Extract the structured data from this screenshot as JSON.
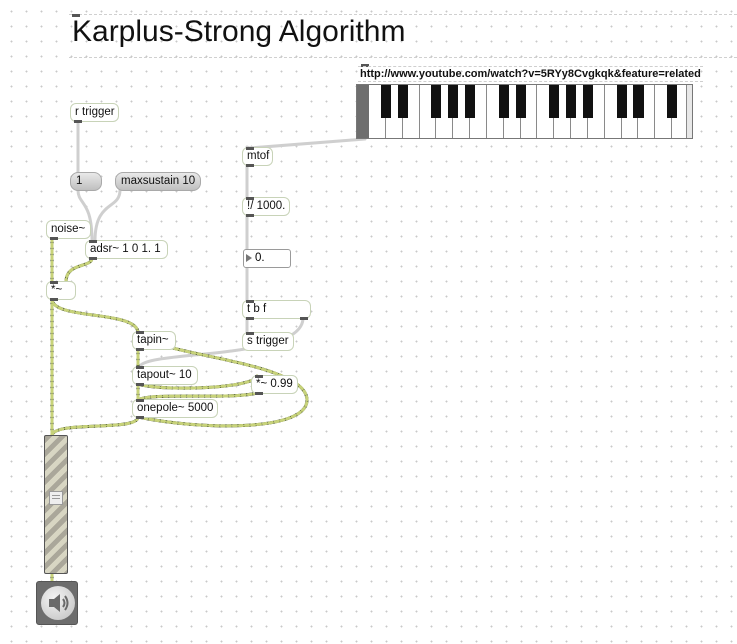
{
  "title": "Karplus-Strong Algorithm",
  "url": "http://www.youtube.com/watch?v=5RYy8Cvgkqk&feature=related",
  "objects": {
    "r_trigger": "r trigger",
    "msg_one": "1",
    "msg_maxsustain": "maxsustain 10",
    "noise": "noise~",
    "adsr": "adsr~ 1 0 1. 1",
    "mult": "*~",
    "mtof": "mtof",
    "rdiv": "!/ 1000.",
    "number_value": "0.",
    "tbf": "t b f",
    "s_trigger": "s trigger",
    "tapin": "tapin~",
    "tapout": "tapout~ 10",
    "mult_feedback": "*~ 0.99",
    "onepole": "onepole~ 5000"
  },
  "icons": {
    "speaker": "speaker-icon",
    "keyboard": "piano-keyboard"
  },
  "colors": {
    "object_border": "#c8d3b8",
    "signal_cord": "#b5bd6b",
    "control_cord": "#cfcfcf",
    "message_fill": "#cfcfcf",
    "dac": "#6d6d6d"
  }
}
